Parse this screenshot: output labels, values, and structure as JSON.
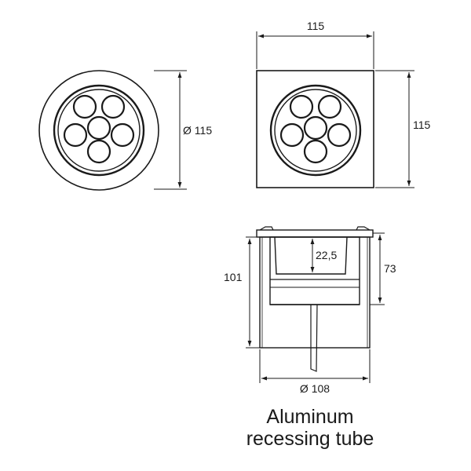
{
  "round_view": {
    "diameter_label": "Ø 115"
  },
  "square_view": {
    "width_label": "115",
    "height_label": "115"
  },
  "section_view": {
    "overall_height_label": "101",
    "inner_height_label": "73",
    "recess_depth_label": "22,5",
    "diameter_label": "Ø 108"
  },
  "caption": {
    "line1": "Aluminum",
    "line2": "recessing tube"
  },
  "colors": {
    "line": "#1a1a1a",
    "background": "#ffffff"
  }
}
